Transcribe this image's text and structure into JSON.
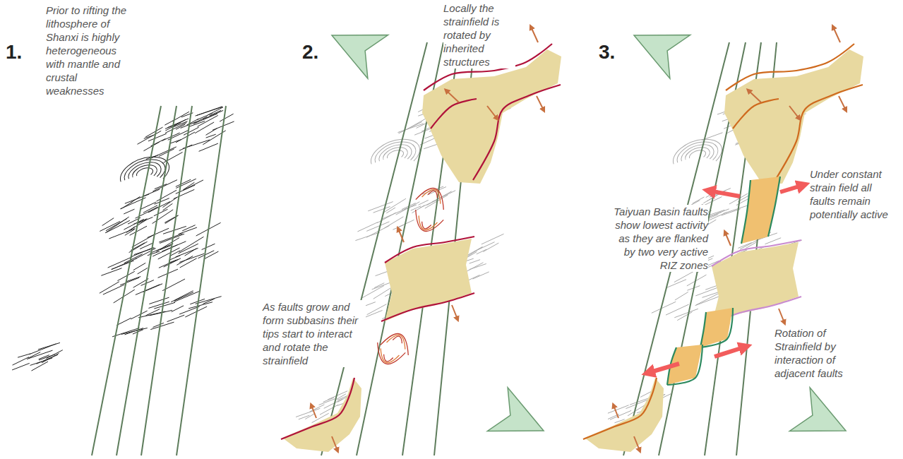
{
  "diagram": {
    "labels": [
      "1.",
      "Prior to rifting the lithosphere of Shanxi is highly heterogeneous with mantle and crustal weaknesses",
      "2.",
      "Locally the strainfield is rotated by inherited structures",
      "As faults grow and form subbasins their tips start to interact and rotate the strainfield",
      "3.",
      "Taiyuan Basin faults show lowest activity as they are flanked by two very active RIZ zones",
      "Under constant strain field all faults remain potentially active",
      "Rotation of Strainfield by interaction of adjacent faults"
    ]
  }
}
